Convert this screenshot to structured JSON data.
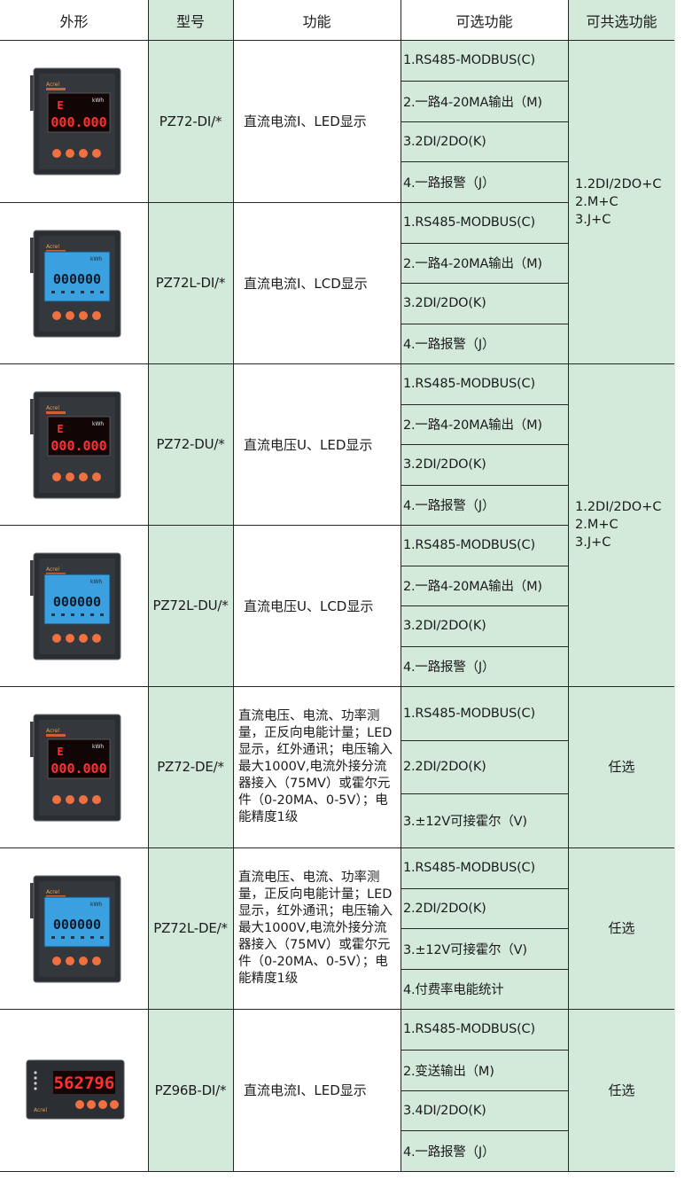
{
  "headers": [
    "外形",
    "型号",
    "功能",
    "可选功能",
    "可共选功能"
  ],
  "rows": [
    {
      "model": "PZ72-DI/*",
      "function": "直流电流I、LED显示",
      "device": "led",
      "options": [
        "1.RS485-MODBUS(C)",
        "2.一路4-20MA输出（M)",
        "3.2DI/2DO(K)",
        "4.一路报警（J）"
      ]
    },
    {
      "model": "PZ72L-DI/*",
      "function": "直流电流I、LCD显示",
      "device": "lcd",
      "options": [
        "1.RS485-MODBUS(C)",
        "2.一路4-20MA输出（M)",
        "3.2DI/2DO(K)",
        "4.一路报警（J）"
      ]
    },
    {
      "model": "PZ72-DU/*",
      "function": "直流电压U、LED显示",
      "device": "led",
      "options": [
        "1.RS485-MODBUS(C)",
        "2.一路4-20MA输出（M)",
        "3.2DI/2DO(K)",
        "4.一路报警（J）"
      ]
    },
    {
      "model": "PZ72L-DU/*",
      "function": "直流电压U、LCD显示",
      "device": "lcd",
      "options": [
        "1.RS485-MODBUS(C)",
        "2.一路4-20MA输出（M)",
        "3.2DI/2DO(K)",
        "4.一路报警（J）"
      ]
    },
    {
      "model": "PZ72-DE/*",
      "function": "直流电压、电流、功率测量，正反向电能计量；LED显示，红外通讯；电压输入最大1000V,电流外接分流器接入（75MV）或霍尔元件（0-20MA、0-5V）；电能精度1级",
      "device": "led",
      "options": [
        "1.RS485-MODBUS(C)",
        "2.2DI/2DO(K)",
        "3.±12V可接霍尔（V)"
      ]
    },
    {
      "model": "PZ72L-DE/*",
      "function": "直流电压、电流、功率测量，正反向电能计量；LED显示，红外通讯；电压输入最大1000V,电流外接分流器接入（75MV）或霍尔元件（0-20MA、0-5V）；电能精度1级",
      "device": "lcd",
      "options": [
        "1.RS485-MODBUS(C)",
        "2.2DI/2DO(K)",
        "3.±12V可接霍尔（V)",
        "4.付费率电能统计"
      ]
    },
    {
      "model": "PZ96B-DI/*",
      "function": "直流电流I、LED显示",
      "device": "wide",
      "options": [
        "1.RS485-MODBUS(C)",
        "2.变送输出（M)",
        "3.4DI/2DO(K)",
        "4.一路报警（J）"
      ]
    }
  ],
  "combined": [
    {
      "text": "1.2DI/2DO+C\n2.M+C\n3.J+C"
    },
    {
      "text": "1.2DI/2DO+C\n2.M+C\n3.J+C"
    },
    {
      "text": "任选"
    },
    {
      "text": "任选"
    },
    {
      "text": "任选"
    }
  ],
  "device_display": {
    "led_top": "E",
    "led_main": "000.000",
    "lcd_main": "000000",
    "unit": "kWh",
    "wide_main": "562796",
    "brand": "Acrel"
  },
  "colors": {
    "header_green": "#d3eadb",
    "panel": "#2a2d31",
    "led": "#ff3030",
    "lcd": "#3aa0e0",
    "button": "#f07040"
  }
}
